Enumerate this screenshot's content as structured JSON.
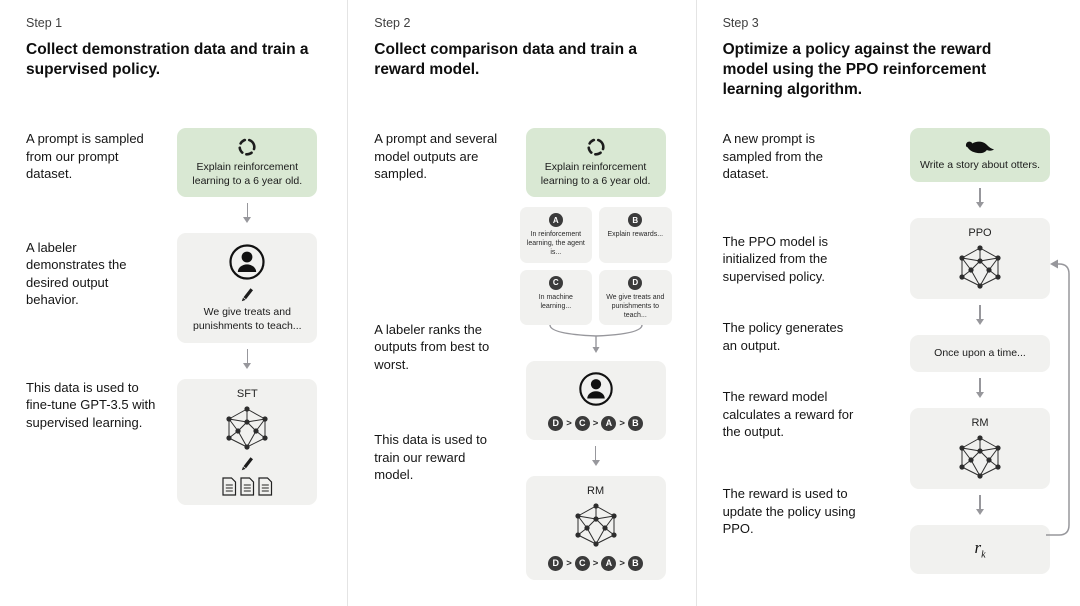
{
  "colors": {
    "green_box": "#d9e8d3",
    "gray_box": "#f1f1ef",
    "badge": "#3b3b3b",
    "arrow": "#97979c"
  },
  "step1": {
    "label": "Step 1",
    "heading": "Collect demonstration data and train a supervised policy.",
    "captions": {
      "prompt": "A prompt is sampled from our prompt dataset.",
      "labeler": "A labeler demonstrates the desired output behavior.",
      "finetune": "This data is used to fine-tune GPT-3.5 with supervised learning."
    },
    "prompt_text": "Explain reinforcement learning to a 6 year old.",
    "demo_text": "We give treats and punishments to teach...",
    "model_label": "SFT"
  },
  "step2": {
    "label": "Step 2",
    "heading": "Collect comparison data and train a reward model.",
    "captions": {
      "prompt": "A prompt and several model outputs are sampled.",
      "rank": "A labeler ranks the outputs from best to worst.",
      "train": "This data is used to train our reward model."
    },
    "prompt_text": "Explain reinforcement learning to a 6 year old.",
    "outputs": [
      {
        "letter": "A",
        "text": "In reinforcement learning, the agent is..."
      },
      {
        "letter": "B",
        "text": "Explain rewards..."
      },
      {
        "letter": "C",
        "text": "In machine learning..."
      },
      {
        "letter": "D",
        "text": "We give treats and punishments to teach..."
      }
    ],
    "ranking": [
      "D",
      "C",
      "A",
      "B"
    ],
    "rank_separator": ">",
    "model_label": "RM"
  },
  "step3": {
    "label": "Step 3",
    "heading": "Optimize a policy against the reward model using the PPO reinforcement learning algorithm.",
    "captions": {
      "prompt": "A new prompt is sampled from the dataset.",
      "init": "The PPO model is initialized from the supervised policy.",
      "output": "The policy generates an output.",
      "reward": "The reward model calculates a reward for the output.",
      "update": "The reward is used to update the policy using PPO."
    },
    "prompt_text": "Write a story about otters.",
    "ppo_label": "PPO",
    "output_text": "Once upon a time...",
    "rm_label": "RM",
    "reward_base": "r",
    "reward_sub": "k"
  }
}
